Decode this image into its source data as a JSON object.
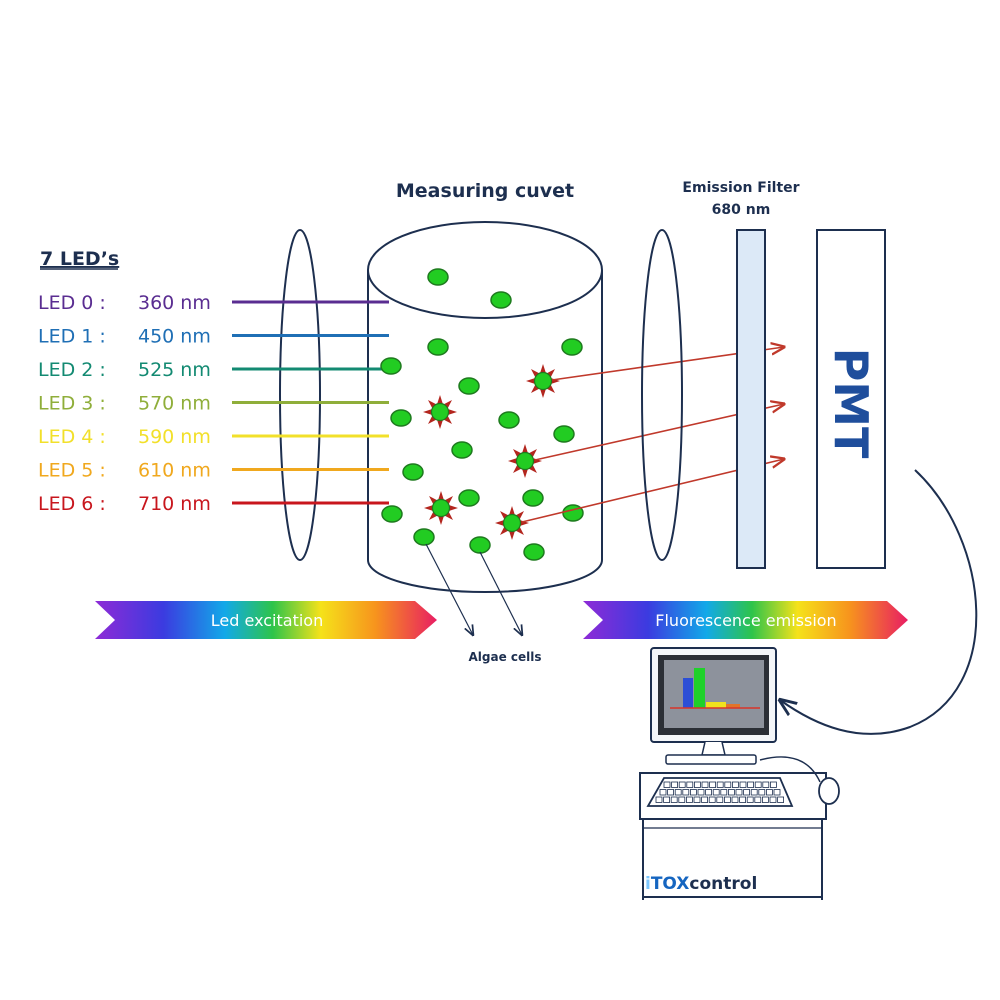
{
  "title": {
    "cuvet": "Measuring cuvet",
    "filter_line1": "Emission Filter",
    "filter_line2": "680 nm",
    "pmt": "PMT",
    "leds_header": "7 LED’s",
    "algae": "Algae cells",
    "brand_prefix": "i",
    "brand_main": "TOX",
    "brand_suffix": "control"
  },
  "leds": [
    {
      "label": "LED 0 :",
      "wavelength": "360 nm",
      "color": "#5a2d91"
    },
    {
      "label": "LED 1 :",
      "wavelength": "450 nm",
      "color": "#1f6fb5"
    },
    {
      "label": "LED 2 :",
      "wavelength": "525 nm",
      "color": "#138a72"
    },
    {
      "label": "LED 3 :",
      "wavelength": "570 nm",
      "color": "#8fae3a"
    },
    {
      "label": "LED 4 :",
      "wavelength": "590 nm",
      "color": "#f2e02a"
    },
    {
      "label": "LED 5 :",
      "wavelength": "610 nm",
      "color": "#f0a81e"
    },
    {
      "label": "LED 6 :",
      "wavelength": "710 nm",
      "color": "#c8161d"
    }
  ],
  "banners": {
    "excitation": "Led excitation",
    "emission": "Fluorescence emission"
  },
  "colors": {
    "outline": "#1d2f4f",
    "cell_fill": "#22cc22",
    "cell_stroke": "#1e7a1e",
    "star": "#b3261e",
    "arrow": "#c0392b",
    "filter_fill": "#dce9f7",
    "brand_blue": "#1565c0"
  }
}
